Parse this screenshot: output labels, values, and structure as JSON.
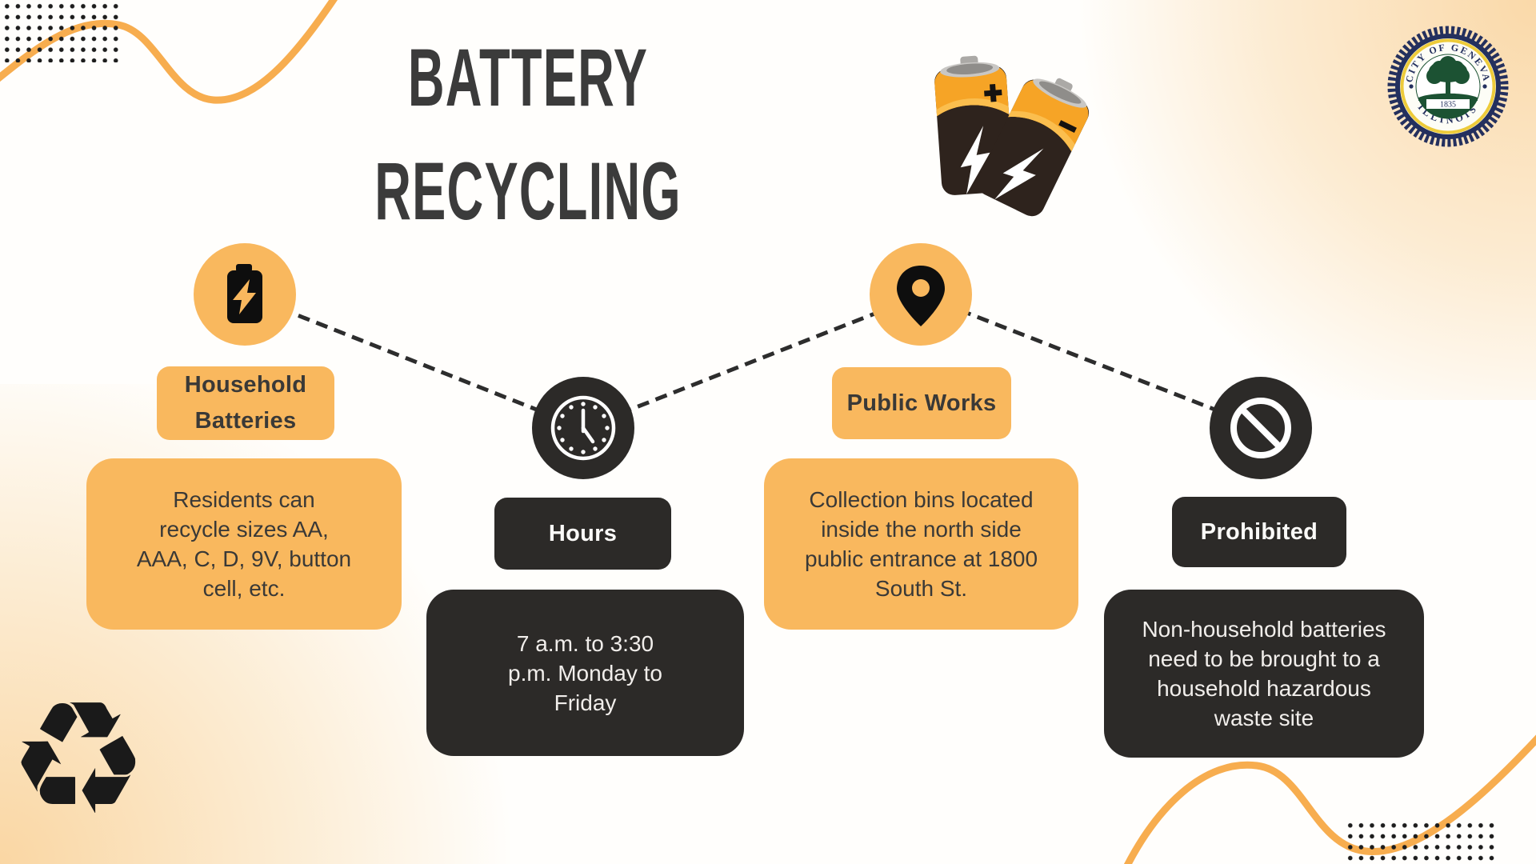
{
  "title": {
    "line1": "BATTERY",
    "line2": "RECYCLING"
  },
  "seal": {
    "top_text": "CITY OF GENEVA",
    "bottom_text": "ILLINOIS",
    "year": "1835"
  },
  "decor": {
    "recycle_symbol": "♻"
  },
  "columns": [
    {
      "icon": "battery-charging-icon",
      "theme": "orange",
      "label": "Household\nBatteries",
      "body": "Residents can\nrecycle sizes AA,\nAAA, C, D, 9V, button\ncell, etc."
    },
    {
      "icon": "clock-icon",
      "theme": "dark",
      "label": "Hours",
      "body": "7 a.m. to 3:30\np.m. Monday to\nFriday"
    },
    {
      "icon": "location-pin-icon",
      "theme": "orange",
      "label": "Public Works",
      "body": "Collection bins located\ninside the north side\npublic entrance at 1800\nSouth St."
    },
    {
      "icon": "prohibited-icon",
      "theme": "dark",
      "label": "Prohibited",
      "body": "Non-household batteries\nneed to be brought to a\nhousehold hazardous\nwaste site"
    }
  ],
  "colors": {
    "accent_orange": "#F9B85E",
    "dark_panel": "#2C2A28",
    "wave_orange": "#F7AD4F",
    "title_text": "#3B3B3B",
    "dashed_line": "#2D2D2D",
    "seal_navy": "#24305E",
    "seal_green": "#1C5233",
    "seal_gold": "#EDCB3A",
    "battery_orange": "#F6A426"
  }
}
